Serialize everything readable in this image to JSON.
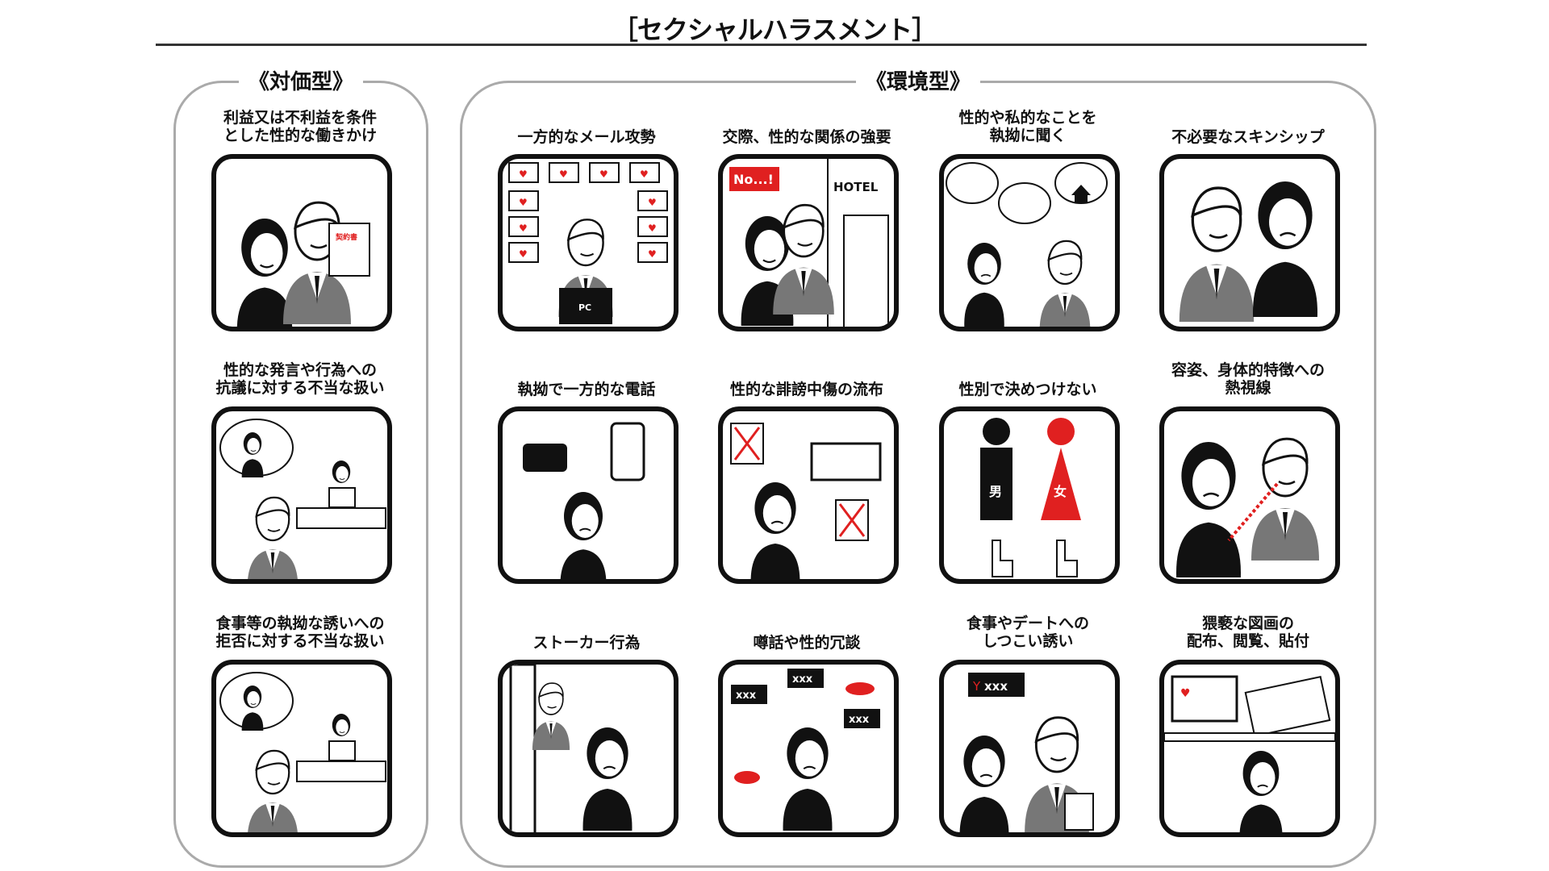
{
  "title": "［セクシャルハラスメント］",
  "quid_pro_quo": {
    "heading": "《対価型》",
    "items": [
      {
        "label": "利益又は不利益を条件\nとした性的な働きかけ",
        "scene": "contract",
        "texts": [
          "契約書"
        ]
      },
      {
        "label": "性的な発言や行為への\n抗議に対する不当な扱い",
        "scene": "office",
        "texts": []
      },
      {
        "label": "食事等の執拗な誘いへの\n拒否に対する不当な扱い",
        "scene": "office2",
        "texts": []
      }
    ]
  },
  "hostile_environment": {
    "heading": "《環境型》",
    "items": [
      {
        "label": "一方的なメール攻勢",
        "scene": "mail",
        "texts": [
          "PC"
        ]
      },
      {
        "label": "交際、性的な関係の強要",
        "scene": "hotel",
        "texts": [
          "No...!",
          "HOTEL"
        ]
      },
      {
        "label": "性的や私的なことを\n執拗に聞く",
        "scene": "questions",
        "texts": []
      },
      {
        "label": "不必要なスキンシップ",
        "scene": "touch",
        "texts": []
      },
      {
        "label": "執拗で一方的な電話",
        "scene": "phone",
        "texts": []
      },
      {
        "label": "性的な誹謗中傷の流布",
        "scene": "fax",
        "texts": []
      },
      {
        "label": "性別で決めつけない",
        "scene": "gender",
        "texts": [
          "男",
          "女"
        ]
      },
      {
        "label": "容姿、身体的特徴への\n熱視線",
        "scene": "stare",
        "texts": []
      },
      {
        "label": "ストーカー行為",
        "scene": "stalker",
        "texts": []
      },
      {
        "label": "噂話や性的冗談",
        "scene": "rumor",
        "texts": [
          "xxx",
          "xxx",
          "xxx"
        ]
      },
      {
        "label": "食事やデートへの\nしつこい誘い",
        "scene": "date",
        "texts": [
          "xxx"
        ]
      },
      {
        "label": "猥褻な図画の\n配布、閲覧、貼付",
        "scene": "images",
        "texts": []
      }
    ]
  },
  "colors": {
    "accent": "#e02020",
    "ink": "#111111",
    "gray": "#888888",
    "panel_border": "#aaaaaa"
  }
}
